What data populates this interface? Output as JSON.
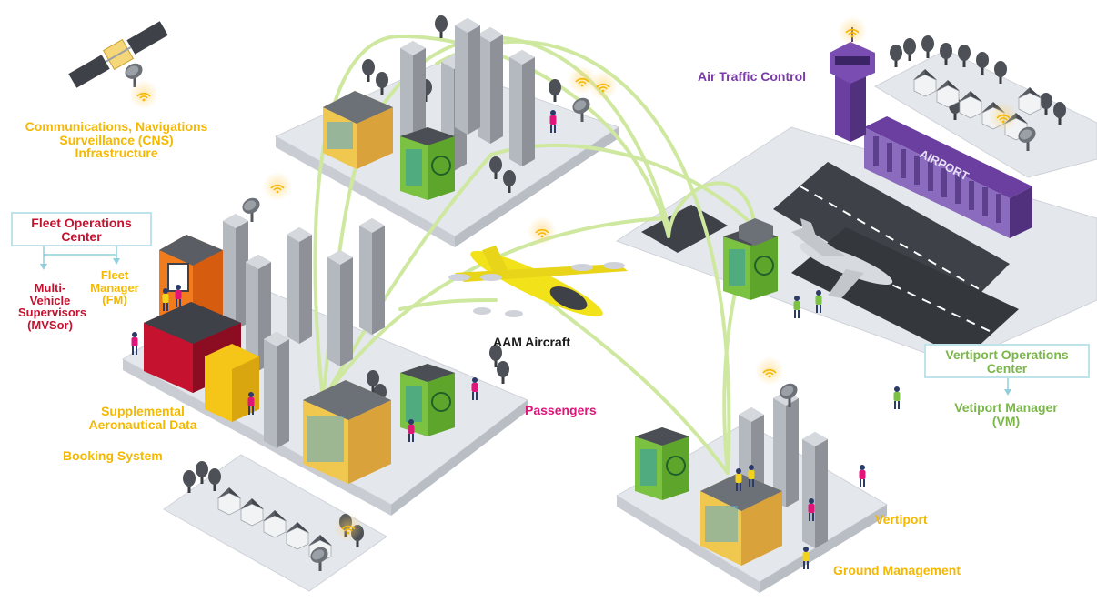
{
  "labels": {
    "cns": "Communications, Navigations Surveillance (CNS) Infrastructure",
    "cns_l1": "Communications, Navigations",
    "cns_l2": "Surveillance (CNS)",
    "cns_l3": "Infrastructure",
    "fleet_ops_l1": "Fleet Operations",
    "fleet_ops_l2": "Center",
    "mvsor_l1": "Multi-",
    "mvsor_l2": "Vehicle",
    "mvsor_l3": "Supervisors",
    "mvsor_l4": "(MVSor)",
    "fm_l1": "Fleet",
    "fm_l2": "Manager",
    "fm_l3": "(FM)",
    "supp_l1": "Supplemental",
    "supp_l2": "Aeronautical Data",
    "booking": "Booking System",
    "atc": "Air Traffic Control",
    "aam": "AAM Aircraft",
    "passengers": "Passengers",
    "vertiport_ops_l1": "Vertiport Operations",
    "vertiport_ops_l2": "Center",
    "vm_l1": "Vetiport Manager",
    "vm_l2": "(VM)",
    "vertiport": "Vertiport",
    "ground": "Ground Management",
    "airport_sign": "AIRPORT"
  },
  "colors": {
    "label_yellow": "#f5b800",
    "label_red": "#c4122f",
    "label_purple": "#7a3aa8",
    "label_magenta": "#e0157a",
    "label_green": "#7ab648",
    "link_green": "#cfe8a0",
    "platform": "#e4e7ec",
    "building_grey": "#8e9298",
    "building_green": "#7cc242",
    "aircraft_yellow": "#f2e21a",
    "airport_purple": "#6a3fa0"
  },
  "icons": [
    "satellite-icon",
    "antenna-icon",
    "signal-icon",
    "aircraft-icon",
    "airplane-icon",
    "person-icon",
    "wheelchair-icon",
    "tree-icon",
    "house-icon"
  ]
}
